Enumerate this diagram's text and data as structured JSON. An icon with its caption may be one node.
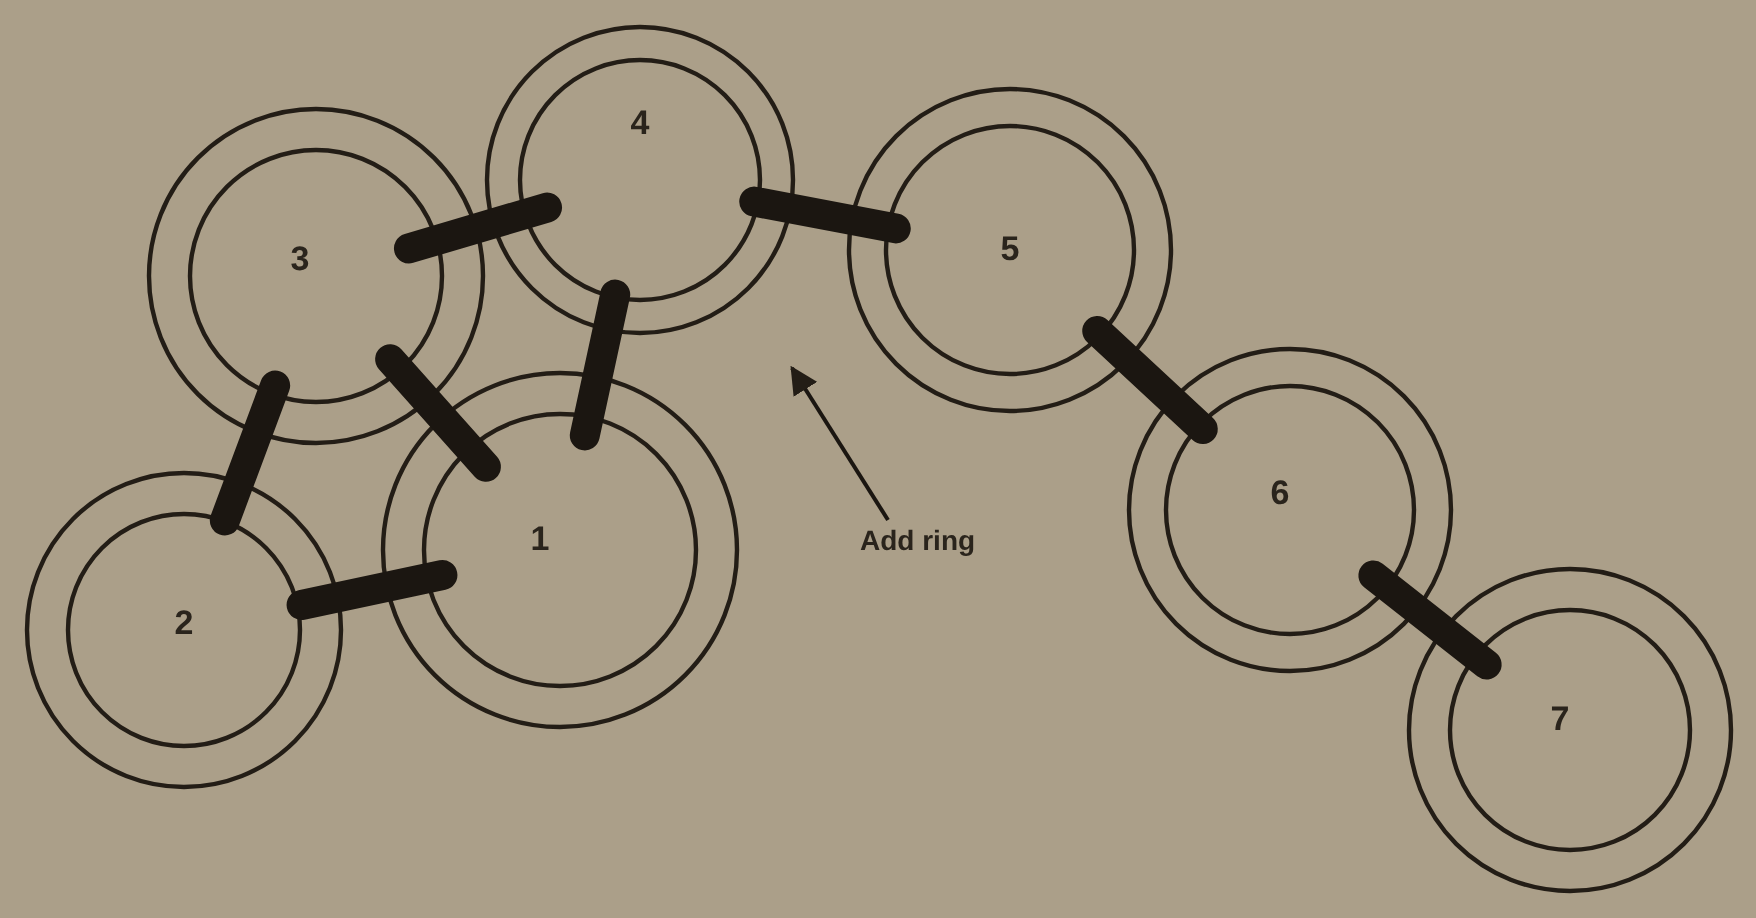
{
  "diagram": {
    "nodes": [
      {
        "text": [
          "1"
        ]
      },
      {
        "text": [
          "2"
        ]
      },
      {
        "text": [
          "3"
        ]
      },
      {
        "text": [
          "4"
        ]
      },
      {
        "text": [
          "5"
        ]
      },
      {
        "text": [
          "6"
        ]
      },
      {
        "text": [
          "7"
        ]
      },
      {
        "text": [
          "Add ring"
        ]
      }
    ],
    "edges": [
      {
        "from": 2,
        "to": 3,
        "arrow": "none"
      },
      {
        "from": 3,
        "to": 4,
        "arrow": "none"
      },
      {
        "from": 2,
        "to": 1,
        "arrow": "none"
      },
      {
        "from": 2,
        "to": 0,
        "arrow": "none"
      },
      {
        "from": 3,
        "to": 0,
        "arrow": "none"
      },
      {
        "from": 1,
        "to": 0,
        "arrow": "none"
      },
      {
        "from": 4,
        "to": 5,
        "arrow": "none"
      },
      {
        "from": 5,
        "to": 6,
        "arrow": "none"
      },
      {
        "from": 7,
        "to": null,
        "arrow": "to"
      }
    ]
  }
}
